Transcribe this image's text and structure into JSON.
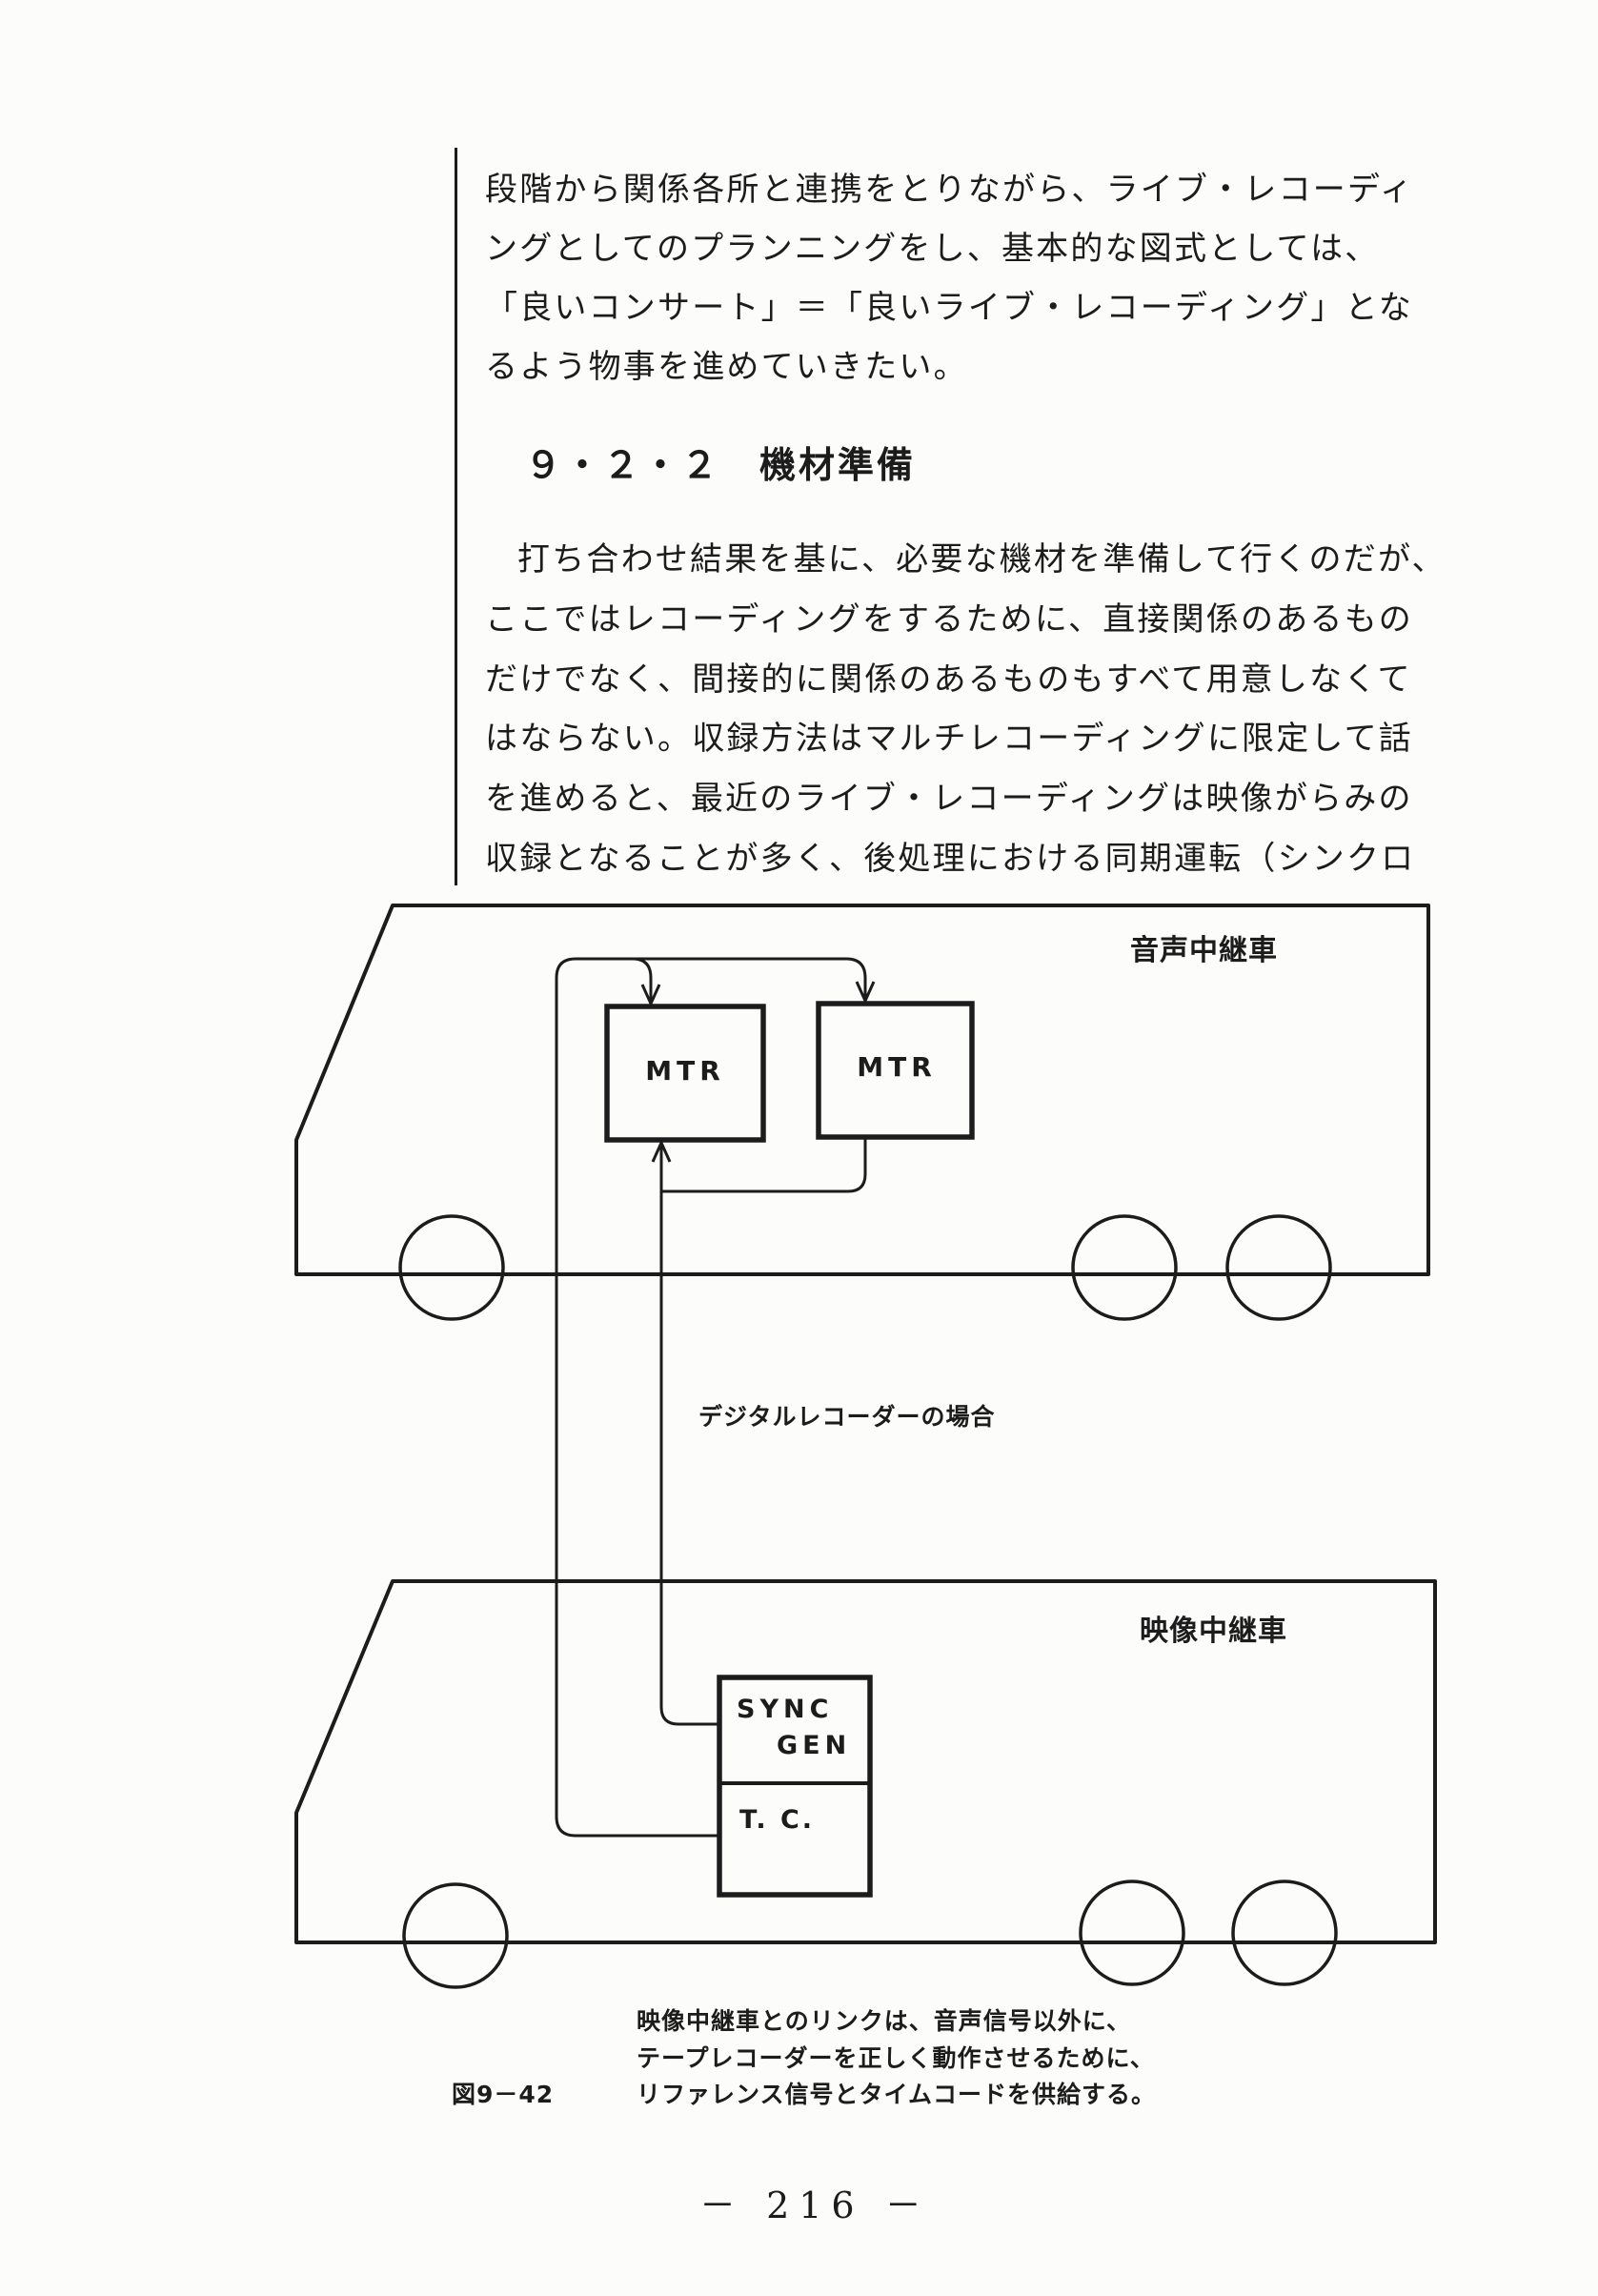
{
  "page": {
    "background": "#fcfcfa",
    "ink": "#1c1c1c"
  },
  "body": {
    "intro_lines": [
      "段階から関係各所と連携をとりながら、ライブ・レコーディ",
      "ングとしてのプランニングをし、基本的な図式としては、",
      "「良いコンサート」＝「良いライブ・レコーディング」とな",
      "るよう物事を進めていきたい。"
    ],
    "section_heading": "９・２・２　機材準備",
    "section_lines": [
      "打ち合わせ結果を基に、必要な機材を準備して行くのだが、",
      "ここではレコーディングをするために、直接関係のあるもの",
      "だけでなく、間接的に関係のあるものもすべて用意しなくて",
      "はならない。収録方法はマルチレコーディングに限定して話",
      "を進めると、最近のライブ・レコーディングは映像がらみの",
      "収録となることが多く、後処理における同期運転（シンクロ"
    ]
  },
  "diagram": {
    "audio_truck_label": "音声中継車",
    "mtr_1_label": "MTR",
    "mtr_2_label": "MTR",
    "digital_recorder_note": "デジタルレコーダーの場合",
    "video_truck_label": "映像中継車",
    "sync_gen_line1": "SYNC",
    "sync_gen_line2": "GEN",
    "timecode_label": "T. C."
  },
  "caption": {
    "figure_number": "図9－42",
    "lines": [
      "映像中継車とのリンクは、音声信号以外に、",
      "テープレコーダーを正しく動作させるために、",
      "リファレンス信号とタイムコードを供給する。"
    ]
  },
  "page_number": "－ 216 －"
}
